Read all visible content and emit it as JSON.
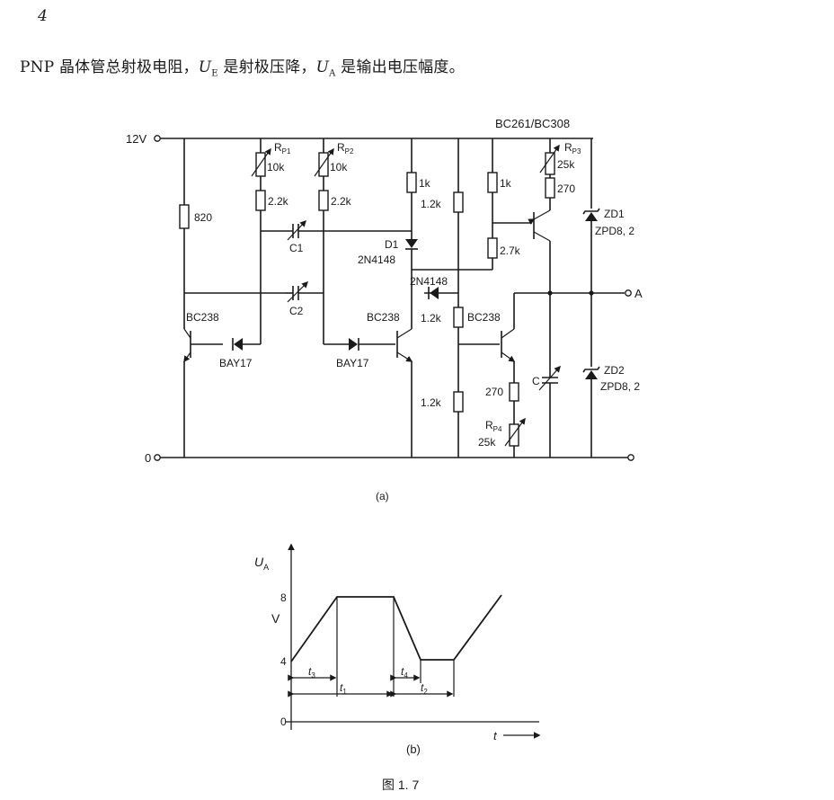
{
  "page_number": "4",
  "intro": {
    "lead": "PNP 晶体管总射极电阻，",
    "ue_var": "U",
    "ue_sub": "E",
    "ue_text": " 是射极压降，",
    "ua_var": "U",
    "ua_sub": "A",
    "ua_text": " 是输出电压幅度。"
  },
  "circuit": {
    "supply": "12V",
    "ground": "0",
    "output": "A",
    "caption": "(a)",
    "header": "BC261/BC308",
    "r_820": "820",
    "rp1": "R",
    "rp1_sub": "P1",
    "rp1_val": "10k",
    "rp2": "R",
    "rp2_sub": "P2",
    "rp2_val": "10k",
    "r_2k2_a": "2.2k",
    "r_2k2_b": "2.2k",
    "r_1k_a": "1k",
    "r_1k_b": "1k",
    "rp3": "R",
    "rp3_sub": "P3",
    "rp3_val": "25k",
    "r_270_a": "270",
    "r_1k2_a": "1.2k",
    "r_2k7": "2.7k",
    "r_1k2_b": "1.2k",
    "r_1k2_c": "1.2k",
    "r_270_b": "270",
    "rp4": "R",
    "rp4_sub": "P4",
    "rp4_val": "25k",
    "c1": "C1",
    "c2": "C2",
    "c_var": "C",
    "d1": "D1",
    "d1_part": "2N4148",
    "d2_part": "2N4148",
    "q1": "BC238",
    "q2": "BC238",
    "q3": "BC238",
    "bay_a": "BAY17",
    "bay_b": "BAY17",
    "zd1": "ZD1",
    "zd1_part": "ZPD8, 2",
    "zd2": "ZD2",
    "zd2_part": "ZPD8, 2"
  },
  "waveform": {
    "caption": "(b)",
    "y_var": "U",
    "y_sub": "A",
    "y_unit": "V",
    "y_ticks": [
      "8",
      "4",
      "0"
    ],
    "x_var": "t",
    "t3": "t",
    "t3_sub": "3",
    "t1": "t",
    "t1_sub": "1",
    "t4": "t",
    "t4_sub": "4",
    "t2": "t",
    "t2_sub": "2"
  },
  "figure_caption": "图 1. 7"
}
